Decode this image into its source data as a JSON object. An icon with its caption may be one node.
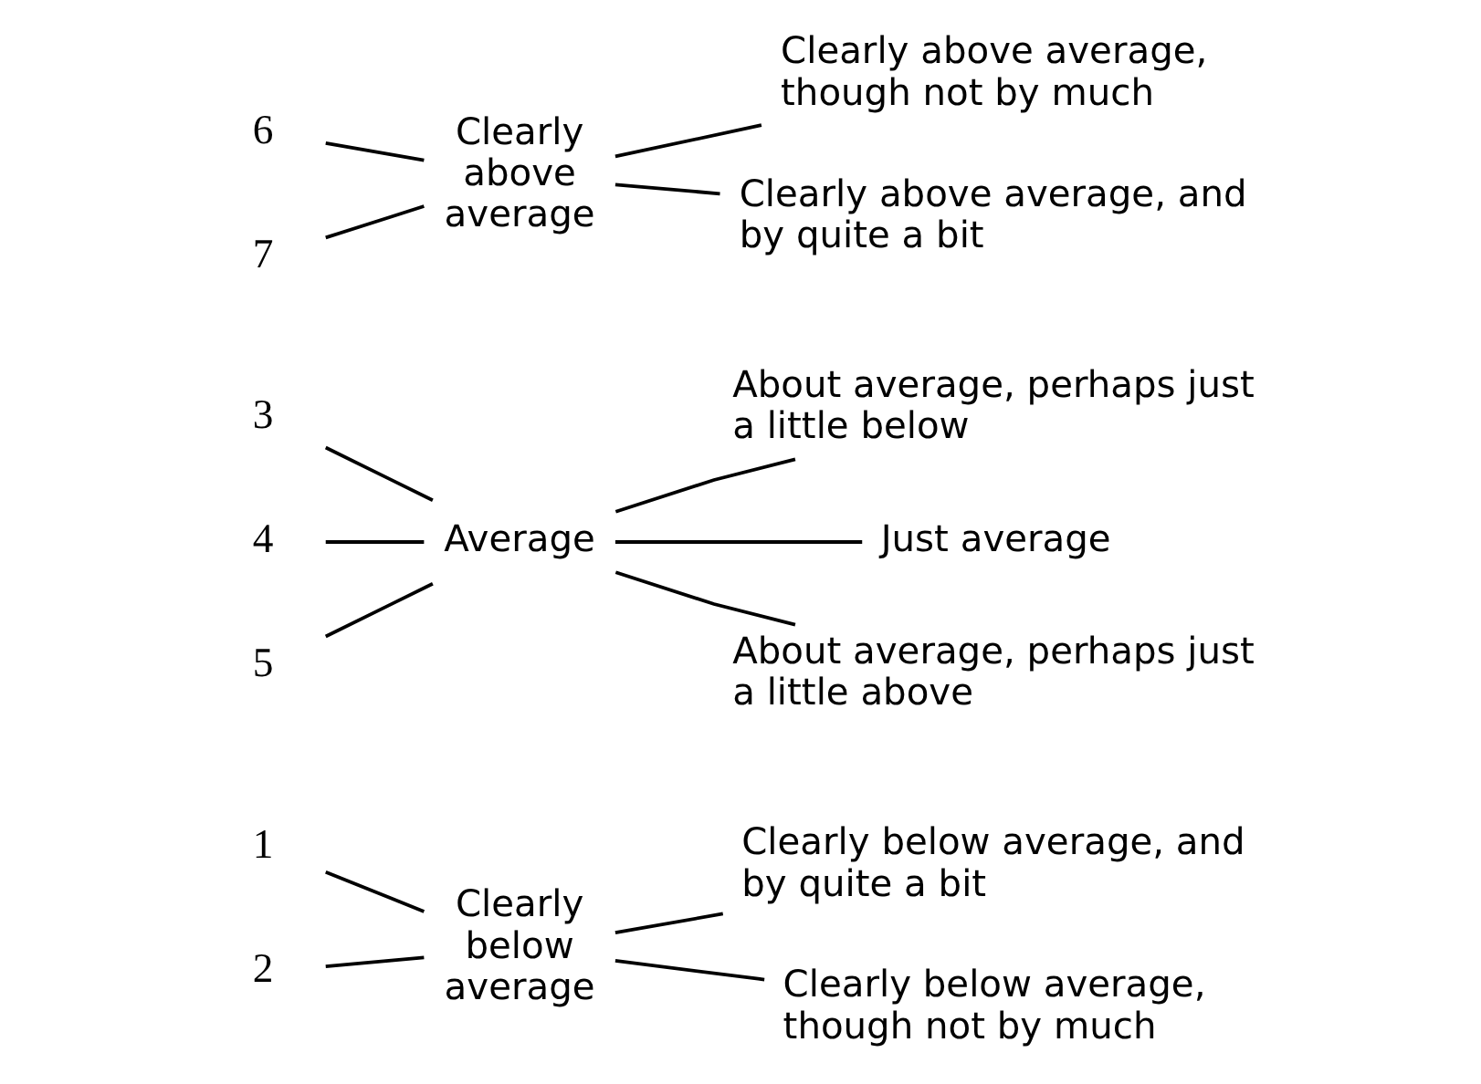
{
  "diagram": {
    "nodes": [
      {
        "text": [
          "1"
        ]
      },
      {
        "text": [
          "2"
        ]
      },
      {
        "text": [
          "3"
        ]
      },
      {
        "text": [
          "4"
        ]
      },
      {
        "text": [
          "5"
        ]
      },
      {
        "text": [
          "6"
        ]
      },
      {
        "text": [
          "7"
        ]
      },
      {
        "text": [
          "Clearly below average"
        ]
      },
      {
        "text": [
          "Average"
        ]
      },
      {
        "text": [
          "Clearly above average"
        ]
      },
      {
        "text": [
          "Clearly below average, and by quite a bit"
        ]
      },
      {
        "text": [
          "Clearly below average, though not by much"
        ]
      },
      {
        "text": [
          "About average, perhaps just a little below"
        ]
      },
      {
        "text": [
          "Just average"
        ]
      },
      {
        "text": [
          "About average, perhaps just a little above"
        ]
      },
      {
        "text": [
          "Clearly above average, though not by much"
        ]
      },
      {
        "text": [
          "Clearly above average, and by quite a bit"
        ]
      }
    ],
    "edges": [
      {
        "from": 0,
        "to": 7,
        "arrow": "none"
      },
      {
        "from": 1,
        "to": 7,
        "arrow": "none"
      },
      {
        "from": 2,
        "to": 8,
        "arrow": "none"
      },
      {
        "from": 3,
        "to": 8,
        "arrow": "none"
      },
      {
        "from": 4,
        "to": 8,
        "arrow": "none"
      },
      {
        "from": 5,
        "to": 9,
        "arrow": "none"
      },
      {
        "from": 6,
        "to": 9,
        "arrow": "none"
      },
      {
        "from": 7,
        "to": 10,
        "arrow": "none"
      },
      {
        "from": 7,
        "to": 11,
        "arrow": "none"
      },
      {
        "from": 8,
        "to": 12,
        "arrow": "none"
      },
      {
        "from": 8,
        "to": 13,
        "arrow": "none"
      },
      {
        "from": 8,
        "to": 14,
        "arrow": "none"
      },
      {
        "from": 9,
        "to": 15,
        "arrow": "none"
      },
      {
        "from": 9,
        "to": 16,
        "arrow": "none"
      }
    ]
  }
}
